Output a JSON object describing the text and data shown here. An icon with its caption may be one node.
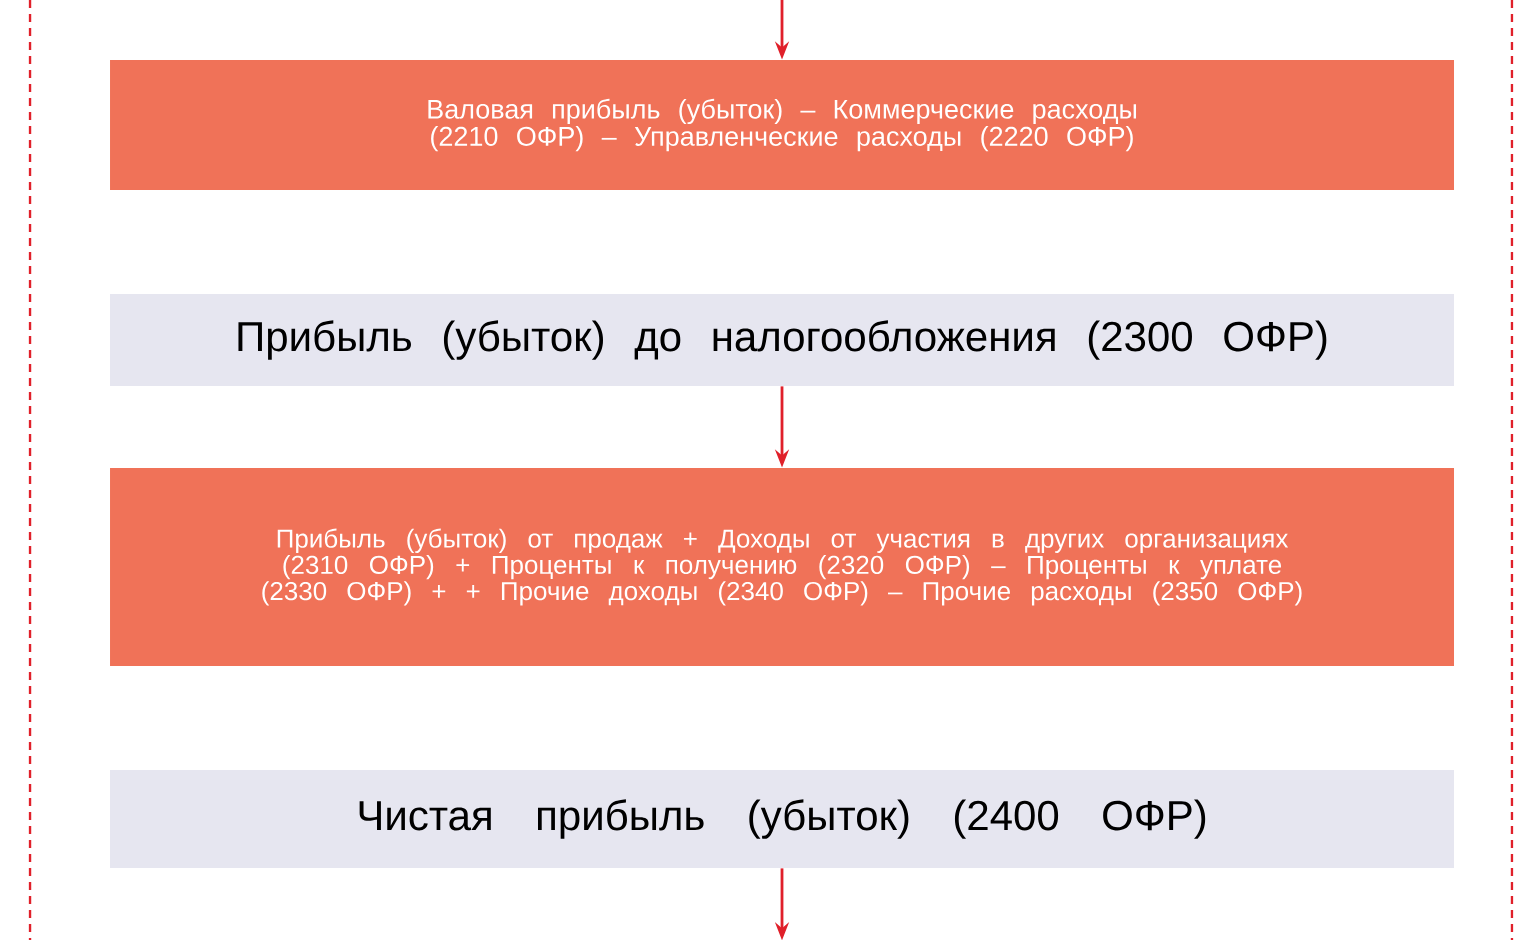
{
  "diagram": {
    "nodes": [
      {
        "text": [
          "Валовая прибыль (убыток) – Коммерческие расходы (2210 ОФР) – Управленческие расходы (2220 ОФР)"
        ]
      },
      {
        "text": [
          "Прибыль (убыток) до налогообложения (2300 ОФР)"
        ]
      },
      {
        "text": [
          "Прибыль (убыток) от продаж + Доходы от участия в других организациях (2310 ОФР) + Проценты к получению (2320 ОФР) – Проценты к уплате (2330 ОФР) + + Прочие доходы (2340 ОФР) – Прочие расходы (2350 ОФР)"
        ]
      },
      {
        "text": [
          "Чистая прибыль (убыток) (2400 ОФР)"
        ]
      }
    ],
    "edges": [
      {
        "from": null,
        "to": 0,
        "arrow": "to"
      },
      {
        "from": 1,
        "to": 2,
        "arrow": "to"
      },
      {
        "from": 3,
        "to": null,
        "arrow": "to"
      }
    ]
  }
}
